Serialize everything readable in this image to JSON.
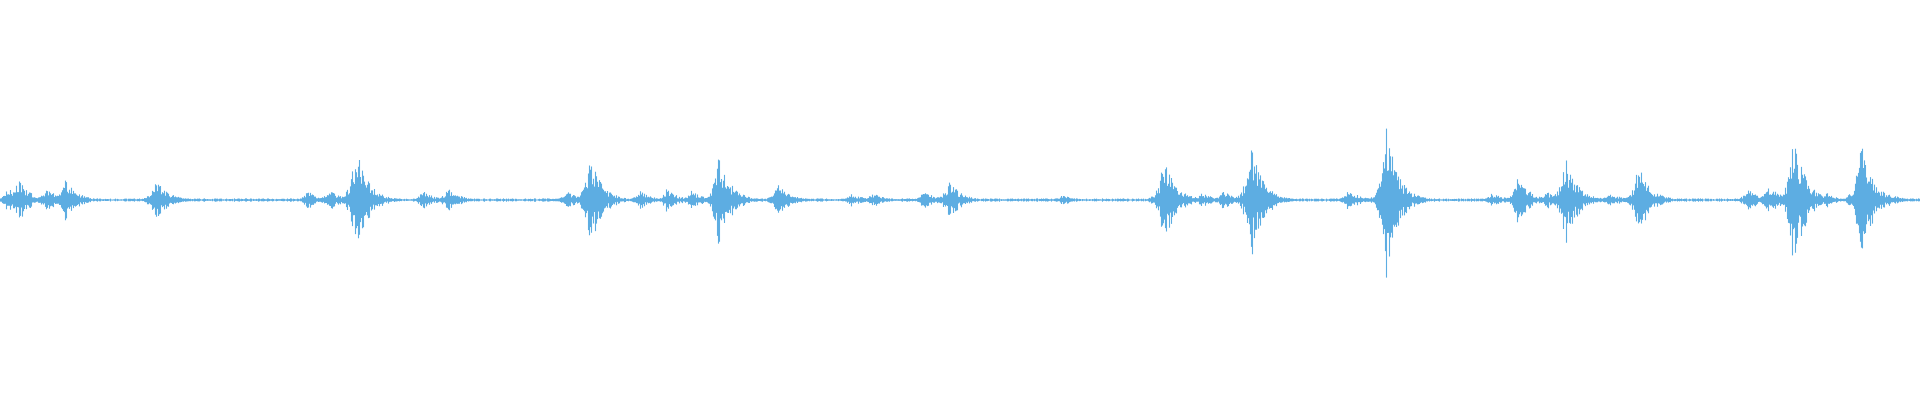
{
  "waveform": {
    "color": "#5dade2",
    "baseline_amplitude": 0.006,
    "bursts": [
      {
        "t": 0.004,
        "peak": 0.07
      },
      {
        "t": 0.009,
        "peak": 0.12
      },
      {
        "t": 0.024,
        "peak": 0.07
      },
      {
        "t": 0.034,
        "peak": 0.11
      },
      {
        "t": 0.081,
        "peak": 0.13
      },
      {
        "t": 0.16,
        "peak": 0.05
      },
      {
        "t": 0.171,
        "peak": 0.06
      },
      {
        "t": 0.185,
        "peak": 0.3
      },
      {
        "t": 0.22,
        "peak": 0.05
      },
      {
        "t": 0.233,
        "peak": 0.07
      },
      {
        "t": 0.295,
        "peak": 0.05
      },
      {
        "t": 0.307,
        "peak": 0.25
      },
      {
        "t": 0.333,
        "peak": 0.05
      },
      {
        "t": 0.347,
        "peak": 0.06
      },
      {
        "t": 0.36,
        "peak": 0.05
      },
      {
        "t": 0.374,
        "peak": 0.25
      },
      {
        "t": 0.405,
        "peak": 0.09
      },
      {
        "t": 0.443,
        "peak": 0.04
      },
      {
        "t": 0.454,
        "peak": 0.04
      },
      {
        "t": 0.481,
        "peak": 0.05
      },
      {
        "t": 0.494,
        "peak": 0.11
      },
      {
        "t": 0.553,
        "peak": 0.03
      },
      {
        "t": 0.606,
        "peak": 0.25
      },
      {
        "t": 0.626,
        "peak": 0.04
      },
      {
        "t": 0.637,
        "peak": 0.05
      },
      {
        "t": 0.651,
        "peak": 0.32
      },
      {
        "t": 0.702,
        "peak": 0.06
      },
      {
        "t": 0.722,
        "peak": 0.4
      },
      {
        "t": 0.777,
        "peak": 0.04
      },
      {
        "t": 0.79,
        "peak": 0.14
      },
      {
        "t": 0.805,
        "peak": 0.05
      },
      {
        "t": 0.815,
        "peak": 0.24
      },
      {
        "t": 0.838,
        "peak": 0.04
      },
      {
        "t": 0.853,
        "peak": 0.2
      },
      {
        "t": 0.91,
        "peak": 0.06
      },
      {
        "t": 0.921,
        "peak": 0.08
      },
      {
        "t": 0.934,
        "peak": 0.36
      },
      {
        "t": 0.951,
        "peak": 0.04
      },
      {
        "t": 0.969,
        "peak": 0.34
      },
      {
        "t": 0.985,
        "peak": 0.03
      }
    ]
  }
}
